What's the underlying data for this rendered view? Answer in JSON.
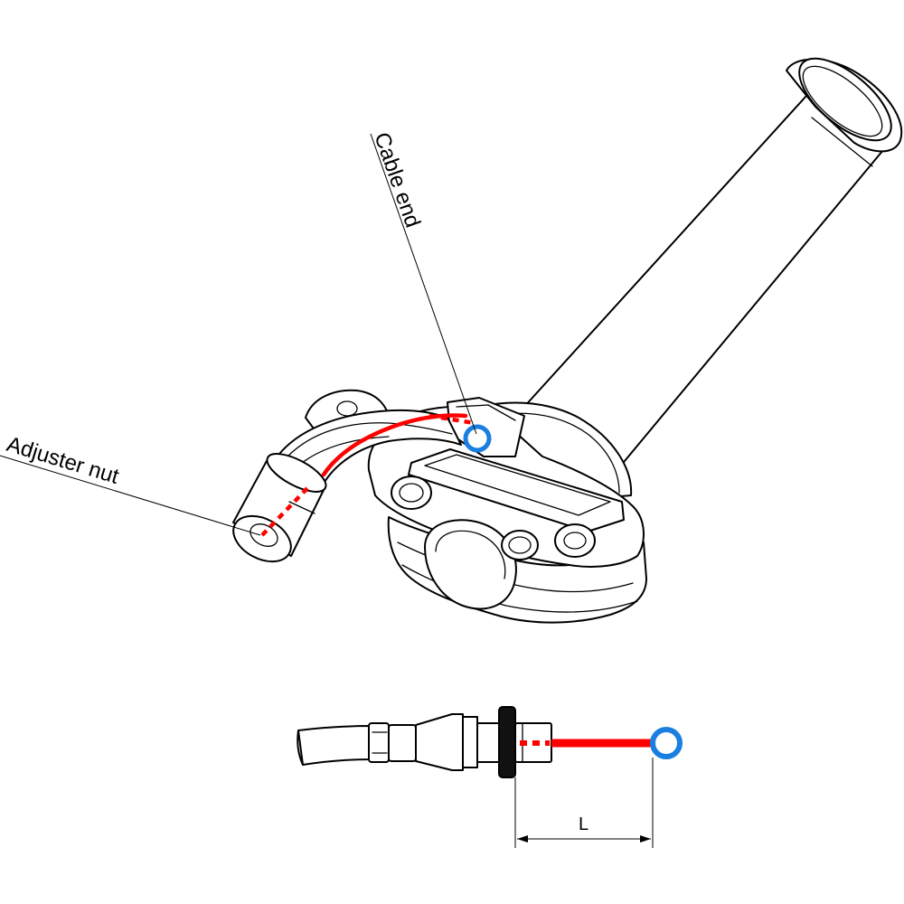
{
  "labels": {
    "cable_end": "Cable end",
    "adjuster_nut": "Adjuster nut",
    "dimension": "L"
  },
  "colors": {
    "cable": "#ff0000",
    "cable_end": "#1a7fe0",
    "outline": "#000000",
    "background": "#ffffff"
  }
}
